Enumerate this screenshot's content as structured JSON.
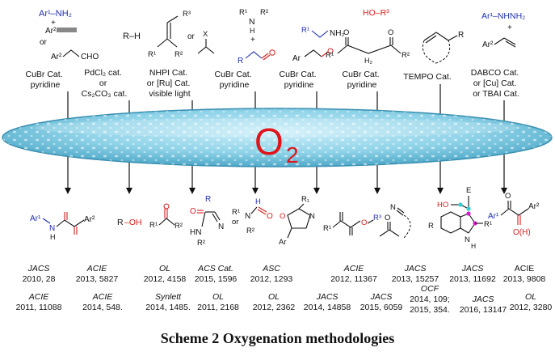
{
  "caption": "Scheme 2 Oxygenation methodologies",
  "center_label": "O",
  "center_subscript": "2",
  "colors": {
    "ellipse_fill": "#8fd3e8",
    "ellipse_edge": "#3a8fb0",
    "o2": "#e0141b",
    "blue": "#1f2fb5",
    "red": "#d81e1e"
  },
  "substrates": {
    "s1": {
      "ar1nh2": "Ar¹–NH₂",
      "plus": "+",
      "ar2": "Ar²",
      "or": "or",
      "ar2b": "Ar²",
      "cho": "CHO"
    },
    "s2": {
      "rh": "R–H"
    },
    "s3": {
      "r3": "R³",
      "r1": "R¹",
      "r2": "R²",
      "or": "or",
      "x": "X"
    },
    "s4": {
      "r1": "R¹",
      "r2": "R²",
      "n": "N",
      "h": "H",
      "plus": "+",
      "r": "R"
    },
    "s5": {
      "r1": "R¹",
      "nh2": "NH₂",
      "ar": "Ar"
    },
    "s6": {
      "hor3": "HO–R³",
      "r1": "R¹",
      "o1": "O",
      "o2": "O",
      "h2": "H₂",
      "r2": "R²"
    },
    "s7": {
      "r": "R"
    },
    "s8": {
      "hydrazine": "Ar¹–NHNH₂",
      "plus": "+",
      "ar2": "Ar²"
    }
  },
  "conditions": [
    [
      "CuBr Cat.",
      "pyridine"
    ],
    [
      "PdCl₂ cat.",
      "or",
      "Cs₂CO₃ cat."
    ],
    [
      "NHPI Cat.",
      "or [Ru] Cat.",
      "visible light"
    ],
    [
      "CuBr Cat.",
      "pyridine"
    ],
    [
      "CuBr Cat.",
      "pyridine"
    ],
    [
      "CuBr Cat.",
      "pyridine"
    ],
    [
      "TEMPO Cat."
    ],
    [
      "DABCO Cat.",
      "or [Cu] Cat.",
      "or TBAI Cat."
    ]
  ],
  "products": {
    "p1": {
      "ar1": "Ar¹",
      "n": "N",
      "h": "H",
      "ar2": "Ar²"
    },
    "p2": {
      "r": "R",
      "oh": "–OH"
    },
    "p3": {
      "r1": "R¹",
      "r2": "R²"
    },
    "p4": {
      "r": "R",
      "o": "O",
      "n": "N",
      "hn": "HN",
      "r2": "R²"
    },
    "p5": {
      "r1": "R¹",
      "or": "or",
      "n": "N",
      "h": "H",
      "r2": "R²",
      "o": "O"
    },
    "p6": {
      "r1": "R₁",
      "n": "N",
      "o": "O",
      "ar": "Ar"
    },
    "p7": {
      "r1": "R¹",
      "o": "O",
      "r3": "R³"
    },
    "p8": {
      "n": "N",
      "o": "O"
    },
    "p9": {
      "ho": "HO",
      "e": "E",
      "r": "R",
      "n": "N",
      "h": "H",
      "r1": "R¹"
    },
    "p10": {
      "ar1": "Ar¹",
      "o": "O",
      "ar2": "Ar²",
      "oh": "O(H)"
    }
  },
  "refs": {
    "row1": [
      [
        "JACS",
        "2010, 28"
      ],
      [
        "ACIE",
        "2013, 5827"
      ],
      [
        "OL",
        "2012, 4158"
      ],
      [
        "ACS Cat.",
        "2015, 1596"
      ],
      [
        "ASC",
        "2012, 1293"
      ],
      [
        "ACIE",
        "2012, 11367"
      ],
      [
        "JACS",
        "2013, 15257"
      ],
      [
        "JACS",
        "2013, 11692"
      ],
      [
        "ACIE",
        "2013, 9808"
      ]
    ],
    "row2": [
      [
        "ACIE",
        "2011, 11088"
      ],
      [
        "ACIE",
        "2014, 548."
      ],
      [
        "Synlett",
        "2014, 1485."
      ],
      [
        "OL",
        "2011, 2168"
      ],
      [
        "OL",
        "2012, 2362"
      ],
      [
        "JACS",
        "2014, 14858"
      ],
      [
        "JACS",
        "2015, 6059"
      ],
      [
        "OCF",
        "2014, 109;",
        "2015, 354."
      ],
      [
        "JACS",
        "2016, 13147"
      ],
      [
        "OL",
        "2012, 3280"
      ]
    ]
  }
}
